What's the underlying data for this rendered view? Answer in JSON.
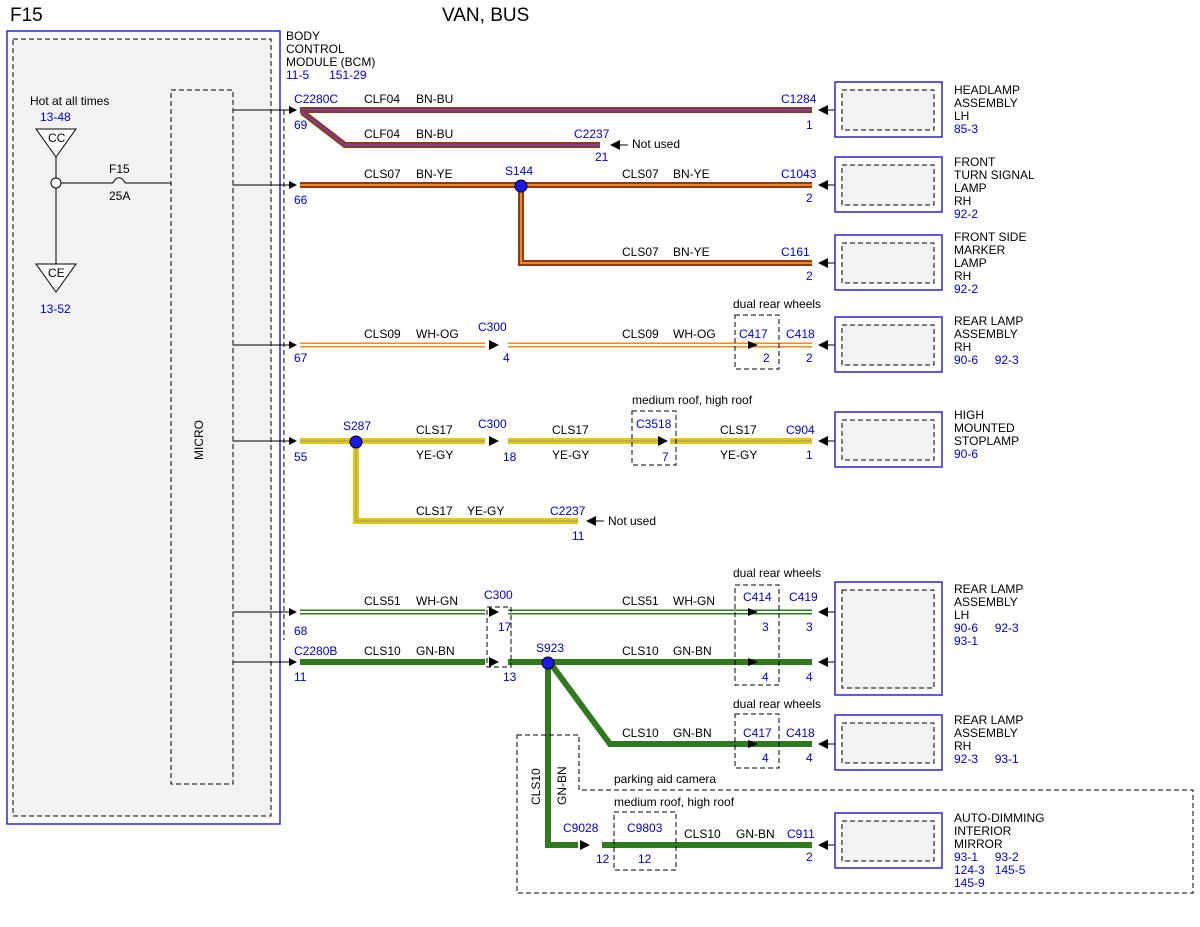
{
  "fuse_title": "F15",
  "vehicle": "VAN, BUS",
  "module": {
    "line1": "BODY",
    "line2": "CONTROL",
    "line3": "MODULE (BCM)",
    "refs": "11-5      151-29",
    "micro": "MICRO"
  },
  "power": {
    "hot_label": "Hot at all times",
    "cc_ref": "13-48",
    "cc": "CC",
    "fuse_name": "F15",
    "fuse_rating": "25A",
    "ce": "CE",
    "ce_ref": "13-52"
  },
  "connectors": {
    "c2280c": "C2280C",
    "c2280b": "C2280B",
    "c2237a": "C2237",
    "c2237b": "C2237",
    "c1284": "C1284",
    "c1043": "C1043",
    "c161": "C161",
    "c300a": "C300",
    "c300b": "C300",
    "c300c": "C300",
    "c417a": "C417",
    "c418a": "C418",
    "c3518": "C3518",
    "c904": "C904",
    "c414": "C414",
    "c419": "C419",
    "c417b": "C417",
    "c418b": "C418",
    "c9028": "C9028",
    "c9803": "C9803",
    "c911": "C911"
  },
  "splices": {
    "s144": "S144",
    "s287": "S287",
    "s923": "S923"
  },
  "pins": {
    "p69": "69",
    "p21": "21",
    "p1a": "1",
    "p66": "66",
    "p2a": "2",
    "p2b": "2",
    "p67": "67",
    "p4a": "4",
    "p2c": "2",
    "p2d": "2",
    "p55": "55",
    "p18": "18",
    "p7": "7",
    "p1b": "1",
    "p11a": "11",
    "p68": "68",
    "p17": "17",
    "p3a": "3",
    "p3b": "3",
    "p11b": "11",
    "p13": "13",
    "p4b": "4",
    "p4c": "4",
    "p4d": "4",
    "p4e": "4",
    "p12a": "12",
    "p12b": "12",
    "p2e": "2"
  },
  "circuits": {
    "clf04a": "CLF04",
    "bnbu_a": "BN-BU",
    "clf04b": "CLF04",
    "bnbu_b": "BN-BU",
    "cls07a": "CLS07",
    "bnye_a": "BN-YE",
    "cls07b": "CLS07",
    "bnye_b": "BN-YE",
    "cls07c": "CLS07",
    "bnye_c": "BN-YE",
    "cls09a": "CLS09",
    "whog_a": "WH-OG",
    "cls09b": "CLS09",
    "whog_b": "WH-OG",
    "cls17a": "CLS17",
    "yegy_a": "YE-GY",
    "cls17b": "CLS17",
    "yegy_b": "YE-GY",
    "cls17c": "CLS17",
    "yegy_c": "YE-GY",
    "cls17d": "CLS17",
    "yegy_d": "YE-GY",
    "cls51a": "CLS51",
    "whgn_a": "WH-GN",
    "cls51b": "CLS51",
    "whgn_b": "WH-GN",
    "cls10a": "CLS10",
    "gnbn_a": "GN-BN",
    "cls10b": "CLS10",
    "gnbn_b": "GN-BN",
    "cls10c": "CLS10",
    "gnbn_c": "GN-BN",
    "cls10v": "CLS10",
    "gnbn_v": "GN-BN",
    "cls10d": "CLS10",
    "gnbn_d": "GN-BN"
  },
  "notes": {
    "not_used_a": "Not used",
    "not_used_b": "Not used",
    "dual_a": "dual rear wheels",
    "medium_a": "medium roof, high roof",
    "dual_b": "dual rear wheels",
    "dual_c": "dual rear wheels",
    "parking": "parking aid camera",
    "medium_b": "medium roof, high roof"
  },
  "components": {
    "headlamp": {
      "l1": "HEADLAMP",
      "l2": "ASSEMBLY",
      "l3": "LH",
      "ref": "85-3"
    },
    "turn": {
      "l1": "FRONT",
      "l2": "TURN SIGNAL",
      "l3": "LAMP",
      "l4": "RH",
      "ref": "92-2"
    },
    "marker": {
      "l1": "FRONT SIDE",
      "l2": "MARKER",
      "l3": "LAMP",
      "l4": "RH",
      "ref": "92-2"
    },
    "rear_rh_a": {
      "l1": "REAR LAMP",
      "l2": "ASSEMBLY",
      "l3": "RH",
      "ref": "90-6     92-3"
    },
    "stop": {
      "l1": "HIGH",
      "l2": "MOUNTED",
      "l3": "STOPLAMP",
      "ref": "90-6"
    },
    "rear_lh": {
      "l1": "REAR LAMP",
      "l2": "ASSEMBLY",
      "l3": "LH",
      "ref1": "90-6     92-3",
      "ref2": "93-1"
    },
    "rear_rh_b": {
      "l1": "REAR LAMP",
      "l2": "ASSEMBLY",
      "l3": "RH",
      "ref": "92-3     93-1"
    },
    "mirror": {
      "l1": "AUTO-DIMMING",
      "l2": "INTERIOR",
      "l3": "MIRROR",
      "ref1": "93-1     93-2",
      "ref2": "124-3   145-5",
      "ref3": "145-9"
    }
  },
  "wire_colors": {
    "bn": "#8b3a1a",
    "bu": "#7a3fa8",
    "ye": "#e8c800",
    "og": "#f08a1a",
    "wh": "#ffffff",
    "gy": "#9a9a9a",
    "gn": "#2f7a1e",
    "splice": "#1a1aee"
  }
}
